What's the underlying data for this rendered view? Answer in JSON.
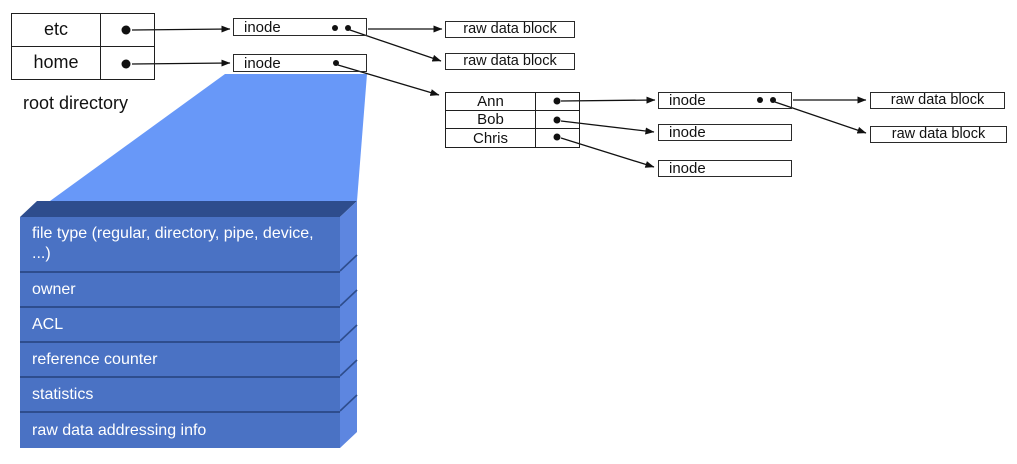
{
  "root_table": {
    "caption": "root directory",
    "rows": [
      {
        "name": "etc"
      },
      {
        "name": "home"
      }
    ]
  },
  "inodes": [
    {
      "label": "inode"
    },
    {
      "label": "inode"
    },
    {
      "label": "inode"
    },
    {
      "label": "inode"
    },
    {
      "label": "inode"
    }
  ],
  "raw_blocks": [
    {
      "label": "raw data block"
    },
    {
      "label": "raw data block"
    },
    {
      "label": "raw data block"
    },
    {
      "label": "raw data block"
    }
  ],
  "home_table": {
    "rows": [
      {
        "name": "Ann"
      },
      {
        "name": "Bob"
      },
      {
        "name": "Chris"
      }
    ]
  },
  "inode_fields": [
    {
      "label": "file type (regular, directory, pipe, device, ...)"
    },
    {
      "label": "owner"
    },
    {
      "label": "ACL"
    },
    {
      "label": "reference counter"
    },
    {
      "label": "statistics"
    },
    {
      "label": "raw data addressing info"
    }
  ],
  "colors": {
    "expansion_trapezoid": "#6898f8",
    "structure_front_face": "#4a72c4",
    "structure_top_bevel": "#2e4d8d",
    "structure_right_bevel": "#5d86e0",
    "field_divider": "#2e4d8d",
    "connector": "#111111"
  }
}
